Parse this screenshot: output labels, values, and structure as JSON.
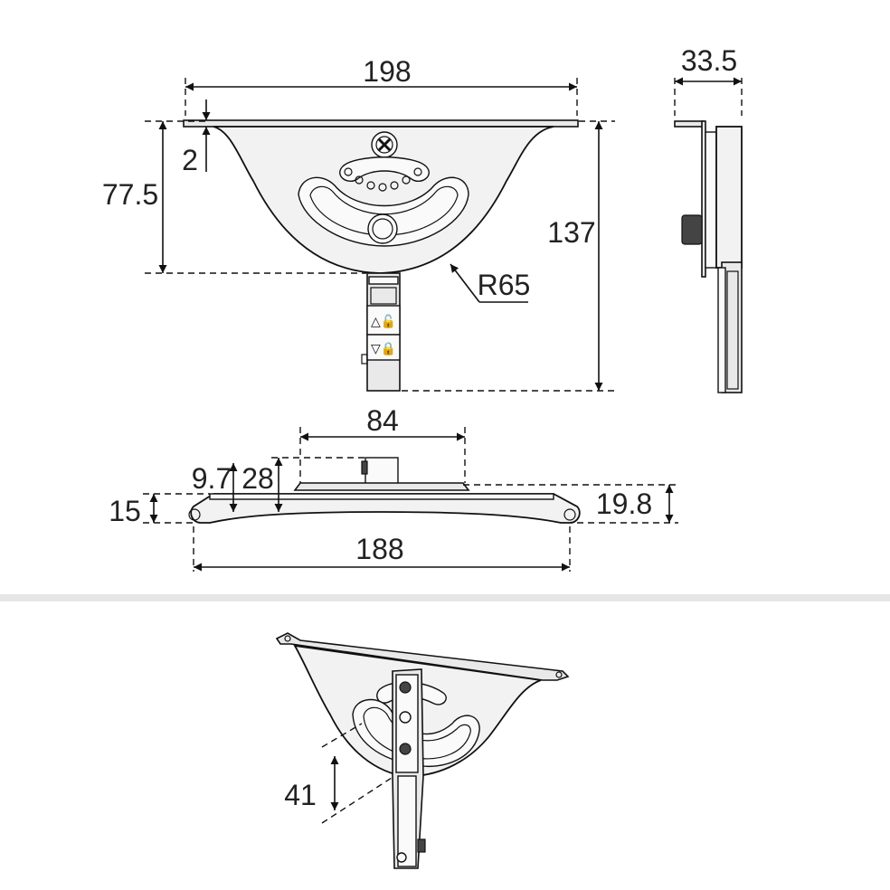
{
  "dimensions": {
    "top_width": "198",
    "plate_thickness": "2",
    "plate_height": "77.5",
    "total_height": "137",
    "radius": "R65",
    "side_depth": "33.5",
    "slot_width": "84",
    "offset_small": "9.7",
    "offset_total": "28",
    "end_height": "15",
    "end_height_right": "19.8",
    "hole_spacing": "188",
    "iso_length": "41"
  },
  "colors": {
    "line": "#111111",
    "fill": "#f2f2f2",
    "separator": "#e6e6e6"
  }
}
